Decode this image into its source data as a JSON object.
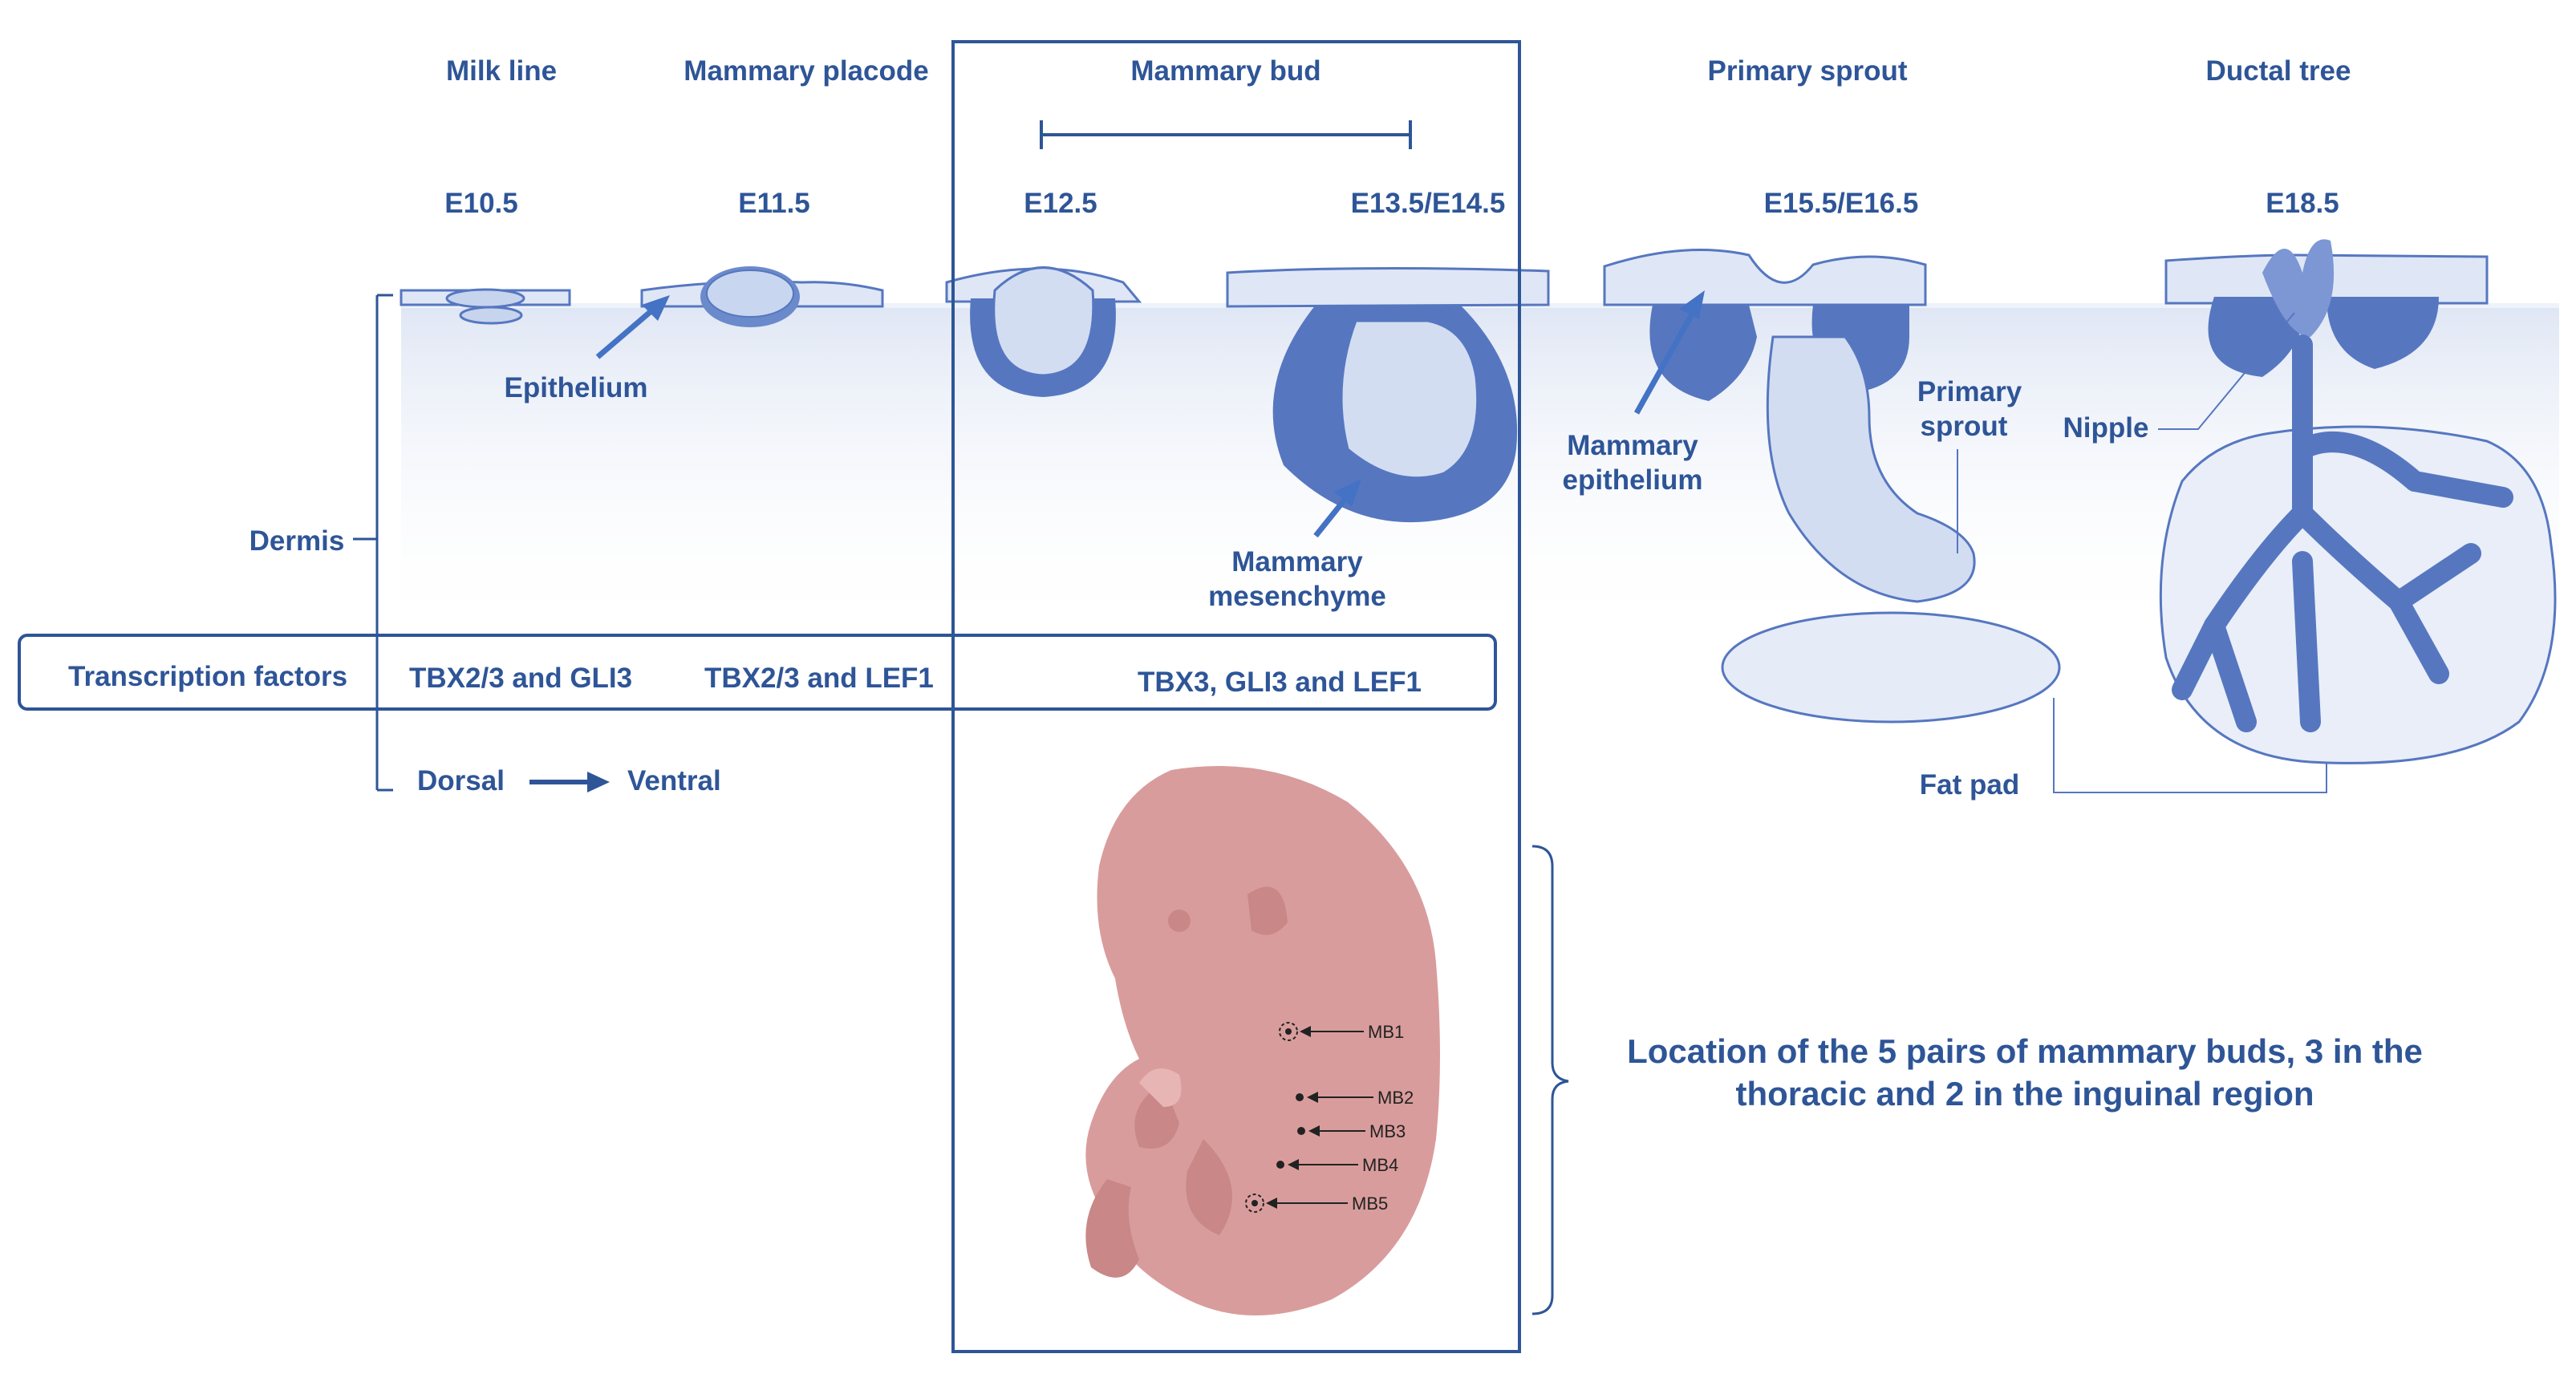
{
  "stages": [
    {
      "title": "Milk line",
      "age": "E10.5"
    },
    {
      "title": "Mammary placode",
      "age": "E11.5"
    },
    {
      "title": "Mammary bud",
      "age": "E12.5",
      "age2": "E13.5/E14.5"
    },
    {
      "title": "Primary sprout",
      "age": "E15.5/E16.5"
    },
    {
      "title": "Ductal tree",
      "age": "E18.5"
    }
  ],
  "labels": {
    "epithelium": "Epithelium",
    "dermis": "Dermis",
    "mesenchyme_line1": "Mammary",
    "mesenchyme_line2": "mesenchyme",
    "mammary_epithelium_line1": "Mammary",
    "mammary_epithelium_line2": "epithelium",
    "primary_sprout_line1": "Primary",
    "primary_sprout_line2": "sprout",
    "nipple": "Nipple",
    "fat_pad": "Fat pad",
    "dorsal": "Dorsal",
    "ventral": "Ventral"
  },
  "transcription_factors": {
    "heading": "Transcription factors",
    "e10": "TBX2/3 and GLI3",
    "e11": "TBX2/3 and LEF1",
    "e13": "TBX3, GLI3 and LEF1"
  },
  "embryo_markers": [
    "MB1",
    "MB2",
    "MB3",
    "MB4",
    "MB5"
  ],
  "caption": {
    "line1": "Location of the 5 pairs of mammary buds, 3 in the",
    "line2": "thoracic and 2 in the inguinal region"
  },
  "colors": {
    "accent": "#2e5597",
    "epithelium": "#5677c0",
    "bud_light": "#d6e0f3",
    "dermis": "#e8edf7",
    "embryo": "#d99c9c",
    "embryo_shadow": "#c98787"
  }
}
